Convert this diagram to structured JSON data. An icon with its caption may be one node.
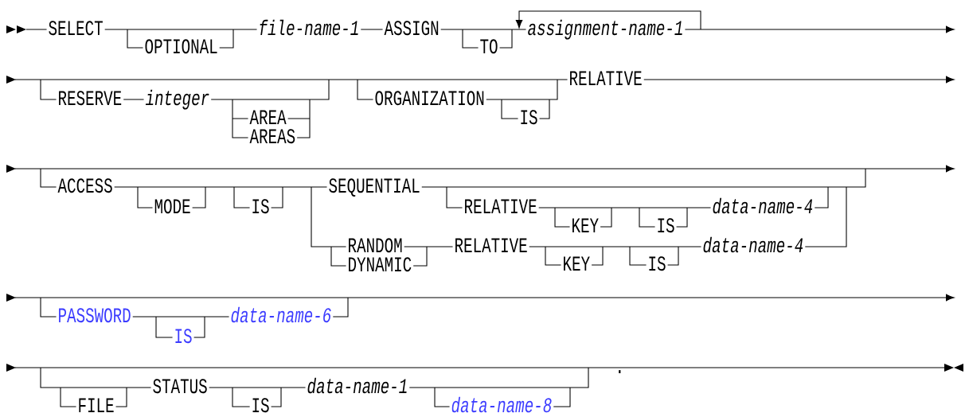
{
  "diagram": {
    "labels": [
      "SELECT",
      "OPTIONAL",
      "file-name-1",
      "ASSIGN",
      "TO",
      "assignment-name-1",
      "RESERVE",
      "integer",
      "AREA",
      "AREAS",
      "ORGANIZATION",
      "IS",
      "RELATIVE",
      "ACCESS",
      "MODE",
      "IS",
      "SEQUENTIAL",
      "RELATIVE",
      "KEY",
      "IS",
      "data-name-4",
      "RANDOM",
      "DYNAMIC",
      "RELATIVE",
      "KEY",
      "IS",
      "data-name-4",
      "PASSWORD",
      "IS",
      "data-name-6",
      "FILE",
      "STATUS",
      "IS",
      "data-name-1",
      "data-name-8",
      "."
    ]
  }
}
